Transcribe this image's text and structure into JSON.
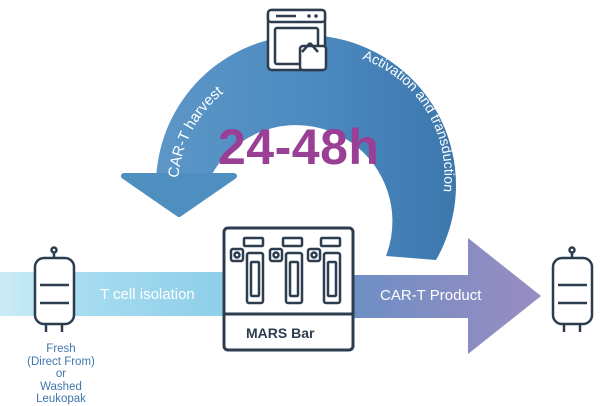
{
  "diagram": {
    "cycle_time": "24-48h",
    "steps": {
      "harvest": "CAR-T harvest",
      "activation": "Activation and transduction",
      "isolation": "T cell isolation",
      "product": "CAR-T Product"
    },
    "device": {
      "label": "MARS Bar"
    },
    "source": {
      "lines": [
        "Fresh",
        "(Direct From)",
        "or",
        "Washed",
        "Leukopak"
      ]
    },
    "colors": {
      "arc_blue": "#4f8fc0",
      "arc_dark": "#3a73a8",
      "isolation_blue": "#8fd0ea",
      "product_purple": "#8f86bd",
      "time_purple": "#9a3f96",
      "device_navy": "#2c3d4f"
    },
    "icons": [
      "incubator-icon",
      "blood-bag-icon",
      "mars-bar-device-icon"
    ]
  }
}
